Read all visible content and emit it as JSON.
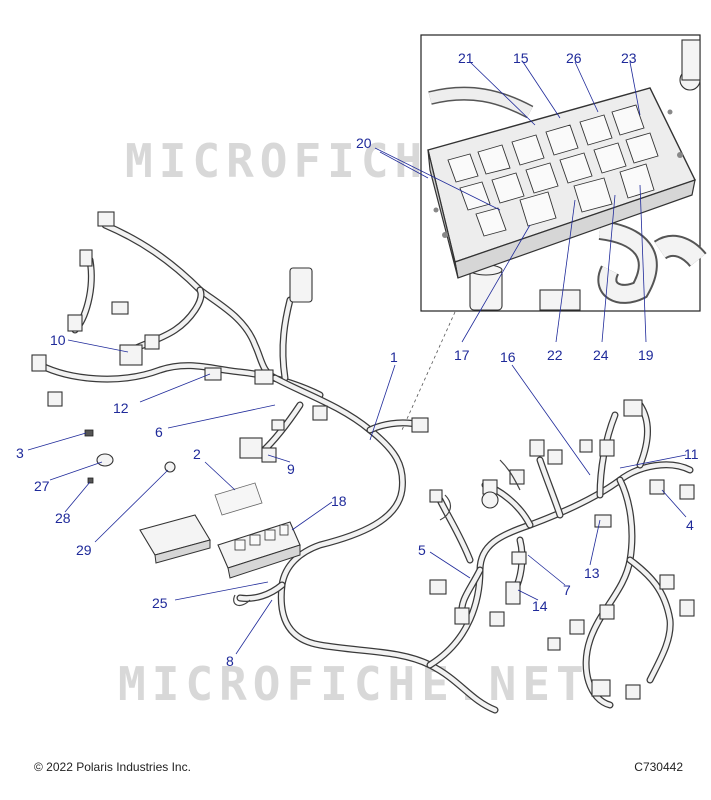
{
  "watermark": "MICROFICHE.NET",
  "footer": {
    "copyright": "© 2022 Polaris Industries Inc.",
    "code": "C730442"
  },
  "callouts": {
    "c1": "1",
    "c2": "2",
    "c3": "3",
    "c4": "4",
    "c5": "5",
    "c6": "6",
    "c7": "7",
    "c8": "8",
    "c9": "9",
    "c10": "10",
    "c11": "11",
    "c12": "12",
    "c13": "13",
    "c14": "14",
    "c15": "15",
    "c16": "16",
    "c17": "17",
    "c18": "18",
    "c19": "19",
    "c20": "20",
    "c21": "21",
    "c22": "22",
    "c23": "23",
    "c24": "24",
    "c25": "25",
    "c26": "26",
    "c27": "27",
    "c28": "28",
    "c29": "29"
  },
  "colors": {
    "callout": "#1f2a9a",
    "line_art": "#333333",
    "watermark": "#d8d8d8"
  }
}
